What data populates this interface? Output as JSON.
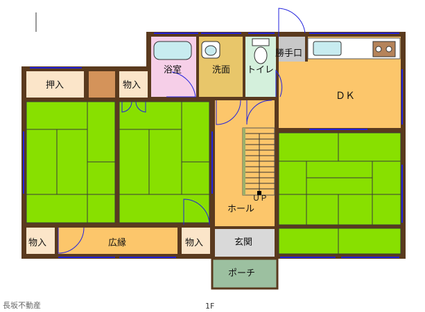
{
  "rooms": {
    "bath": "浴室",
    "washroom": "洗面",
    "toilet": "トイレ",
    "back_door": "勝手口",
    "dk": "ＤＫ",
    "oshiire": "押入",
    "storage_top": "物入",
    "storage_bl": "物入",
    "storage_bm": "物入",
    "engawa": "広縁",
    "hall": "ホール",
    "entrance": "玄関",
    "porch": "ポーチ"
  },
  "stairs_up": "ＵＰ",
  "company": "長坂不動産",
  "floor": "1F",
  "colors": {
    "wall": "#5a3a1e",
    "tatami": "#88e000",
    "dk_floor": "#fcc66b",
    "hall_floor": "#fcc66b",
    "bath_floor": "#f6cfe8",
    "wash_floor": "#e8c66a",
    "toilet_floor": "#d4f0dc",
    "storage": "#fbe5c9",
    "genkan": "#d9d9d9",
    "porch": "#9cc0a0",
    "tokonoma": "#d4935a",
    "window": "#2222dd"
  },
  "icons": [
    "compass-north-icon",
    "bathtub-icon",
    "washbasin-icon",
    "toilet-icon",
    "sink-icon",
    "stove-icon"
  ]
}
